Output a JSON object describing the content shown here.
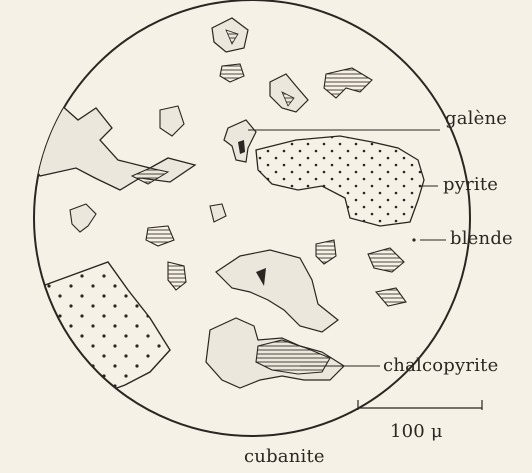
{
  "labels": {
    "galene": "galène",
    "pyrite": "pyrite",
    "blende": "blende",
    "chalcopyrite": "chalcopyrite",
    "cubanite": "cubanite",
    "scale": "100 μ"
  },
  "colors": {
    "paper": "#f6f1e6",
    "ink": "#2b2621",
    "grain_fill": "#ebe7dc"
  }
}
